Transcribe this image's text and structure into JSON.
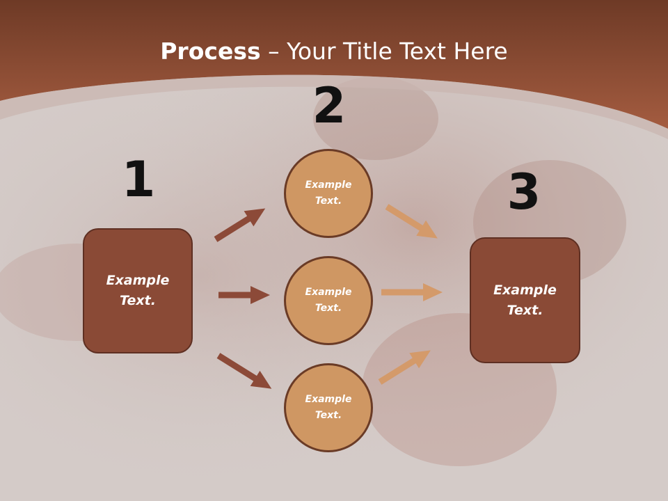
{
  "slide": {
    "title_bold": "Process",
    "title_rest": " – Your Title Text Here",
    "colors": {
      "header": "#8d4a32",
      "box_fill": "#8a4a36",
      "circle_fill": "#cf9763",
      "arrow_dark": "#8c4a38",
      "arrow_light": "#d49a6a"
    }
  },
  "diagram": {
    "steps": [
      {
        "number": "1",
        "label": "Example\nText."
      },
      {
        "number": "2",
        "label": "Example\nText."
      },
      {
        "number": "3",
        "label": "Example\nText."
      }
    ],
    "middle_nodes": [
      {
        "label": "Example\nText."
      },
      {
        "label": "Example\nText."
      },
      {
        "label": "Example\nText."
      }
    ]
  }
}
